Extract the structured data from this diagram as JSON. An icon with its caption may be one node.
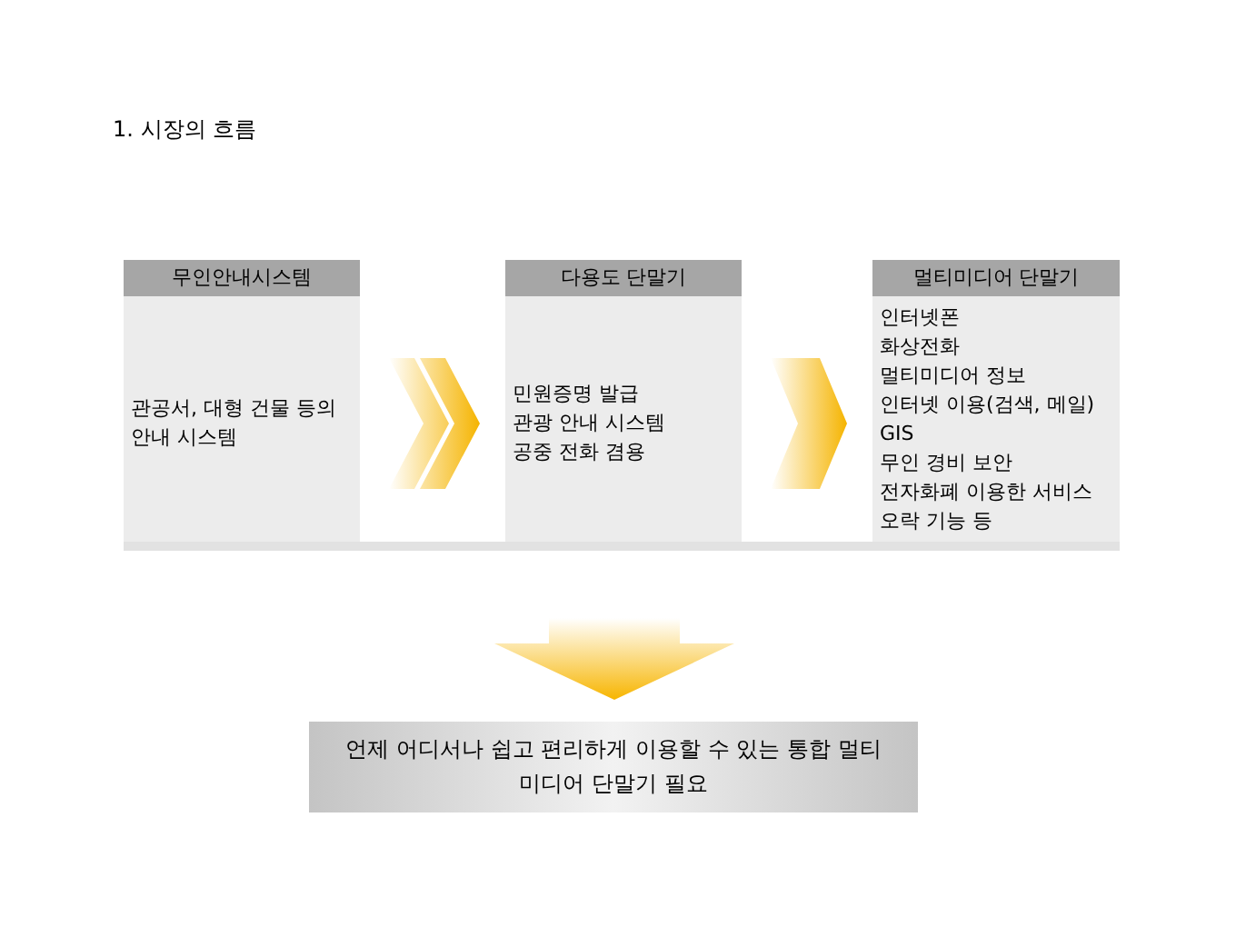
{
  "diagram": {
    "title": "1. 시장의 흐름",
    "nodes": [
      {
        "text": [
          "무인안내시스템",
          "관공서, 대형 건물 등의 안내 시스템"
        ]
      },
      {
        "text": [
          "다용도 단말기",
          "민원증명 발급",
          "관광 안내 시스템",
          "공중 전화 겸용"
        ]
      },
      {
        "text": [
          "멀티미디어 단말기",
          "인터넷폰",
          "화상전화",
          "멀티미디어 정보",
          "인터넷 이용(검색, 메일)",
          "GIS",
          "무인 경비 보안",
          "전자화폐 이용한 서비스",
          "오락 기능 등"
        ]
      },
      {
        "text": [
          "언제 어디서나 쉽고 편리하게 이용할 수 있는 통합 멀티미디어 단말기 필요"
        ]
      }
    ],
    "edges": [
      {
        "from": 0,
        "to": 1,
        "arrow": "to"
      },
      {
        "from": 1,
        "to": 2,
        "arrow": "to"
      },
      {
        "from": null,
        "to": 3,
        "arrow": "to"
      }
    ]
  }
}
